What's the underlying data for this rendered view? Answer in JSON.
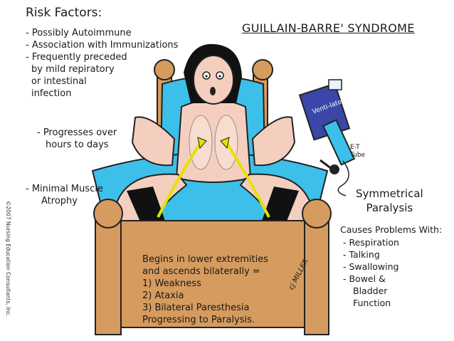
{
  "title": "GUILLAIN-BARRE' SYNDROME",
  "risk_factors": {
    "heading": "Risk Factors:",
    "items": [
      "- Possibly Autoimmune",
      "- Association with Immunizations",
      "- Frequently preceded",
      "  by mild repiratory",
      "  or intestinal",
      "  infection"
    ]
  },
  "progresses": [
    "- Progresses over",
    "hours to days"
  ],
  "atrophy": [
    "- Minimal Muscle",
    "Atrophy"
  ],
  "symmetrical": [
    "Symmetrical",
    "Paralysis"
  ],
  "causes": {
    "heading": "Causes Problems With:",
    "items": [
      "- Respiration",
      "- Talking",
      "- Swallowing",
      "- Bowel &",
      "  Bladder",
      "  Function"
    ]
  },
  "begins": [
    "Begins in lower extremities",
    "and ascends bilaterally =",
    "1) Weakness",
    "2) Ataxia",
    "3) Bilateral Paresthesia",
    "Progressing to Paralysis."
  ],
  "ventilator_label": "Venti-lator",
  "et_tube_label": [
    "E-T",
    "Tube"
  ],
  "copyright": "©2007 Nursing Education Consultants, Inc.",
  "signature": "cj MILLER",
  "colors": {
    "skin": "#f4cfc0",
    "bed": "#d69b5e",
    "pillow": "#3cc0ea",
    "ventilator": "#3a47a8",
    "arrow": "#e6e100"
  }
}
